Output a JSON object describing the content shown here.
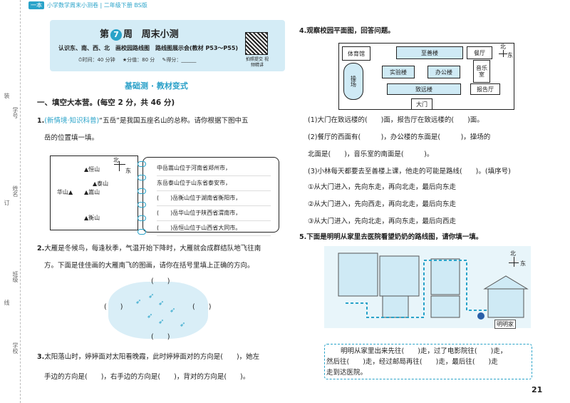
{
  "top_bar": {
    "tag": "一本",
    "text": "小学数学周末小测卷 | 二年级下册 BS版"
  },
  "margin_labels": [
    "学号",
    "姓名",
    "班级",
    "学校"
  ],
  "margin_marks": [
    "装",
    "订",
    "线"
  ],
  "header": {
    "week_prefix": "第",
    "week_num": "7",
    "week_suffix": "周",
    "title": "周末小测",
    "topics": "认识东、南、西、北　画校园路线图　路线图展示会(教材 P53～P55)",
    "time": "时间：40 分钟",
    "score": "分值：80 分",
    "got": "得分：______",
    "qr_caption": "拍照提交 视频精讲"
  },
  "section": {
    "title": "基础测 · 教材变式"
  },
  "part1": {
    "title": "一、填空大本营。(每空 2 分，共 46 分)"
  },
  "q1": {
    "num": "1.",
    "tag": "(新情境·知识科普)",
    "text1": "“五岳”是我国五座名山的总称。请你根据下图中五",
    "text2": "岳的位置填一填。",
    "north": "北",
    "east": "东",
    "mountains": [
      "恒山",
      "泰山",
      "华山",
      "嵩山",
      "衡山"
    ],
    "notes": [
      "中岳嵩山位于河南省郑州市，",
      "东岳泰山位于山东省泰安市，",
      "(　　)岳衡山位于湖南省衡阳市，",
      "(　　)岳华山位于陕西省渭南市，",
      "(　　)岳恒山位于山西省大同市。"
    ]
  },
  "q2": {
    "num": "2.",
    "text1": "大雁是冬候鸟，每逢秋季，气温开始下降时，大雁就会成群结队地飞往南",
    "text2": "方。下面是佳佳画的大雁南飞的图画，请你在括号里填上正确的方向。",
    "paren": "(　　)"
  },
  "q3": {
    "num": "3.",
    "text1": "太阳落山时，婷婷面对太阳看晚霞，此时婷婷面对的方向是(　　)，她左",
    "text2": "手边的方向是(　　)，右手边的方向是(　　)，背对的方向是(　　)。"
  },
  "q4": {
    "num": "4.",
    "title": "观察校园平面图，回答问题。",
    "north": "北",
    "east": "东",
    "buildings": [
      "体育馆",
      "至善楼",
      "餐厅",
      "操场",
      "实验楼",
      "办公楼",
      "音乐室",
      "致远楼",
      "报告厅",
      "大门"
    ],
    "sub1": "(1)大门在致远楼的(　　)面，报告厅在致远楼的(　　)面。",
    "sub2a": "(2)餐厅的西面有(　　　)，办公楼的东面是(　　　)，操场的",
    "sub2b": "北面是(　　)，音乐室的南面是(　　　)。",
    "sub3": "(3)小林每天都要去至善楼上课，他走的可能是路线(　　)。(填序号)",
    "routes": [
      "①从大门进入，先向东走，再向北走，最后向东走",
      "②从大门进入，先向西走，再向北走，最后向东走",
      "③从大门进入，先向北走，再向东走，最后向西走"
    ]
  },
  "q5": {
    "num": "5.",
    "title": "下面是明明从家里去医院看望奶奶的路线图，请你填一填。",
    "north": "北",
    "east": "东",
    "home_label": "明明家",
    "line1": "明明从家里出来先往(　　)走，过了电影院往(　　)走，",
    "line2": "然后往(　　)走，经过邮局再往(　　)走，最后往(　　)走",
    "line3": "走到达医院。"
  },
  "page_number": "21"
}
